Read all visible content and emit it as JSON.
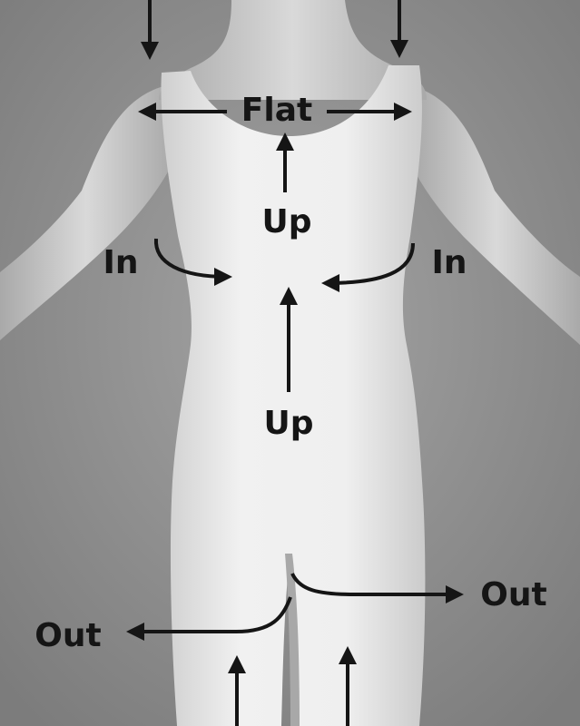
{
  "labels": {
    "flat": "Flat",
    "up_chest": "Up",
    "up_torso": "Up",
    "in_left": "In",
    "in_right": "In",
    "out_left": "Out",
    "out_right": "Out"
  },
  "colors": {
    "background": "#8f8f8f",
    "garment": "#e9e9e9",
    "skin": "#cfcfcf",
    "arrow": "#151515"
  }
}
